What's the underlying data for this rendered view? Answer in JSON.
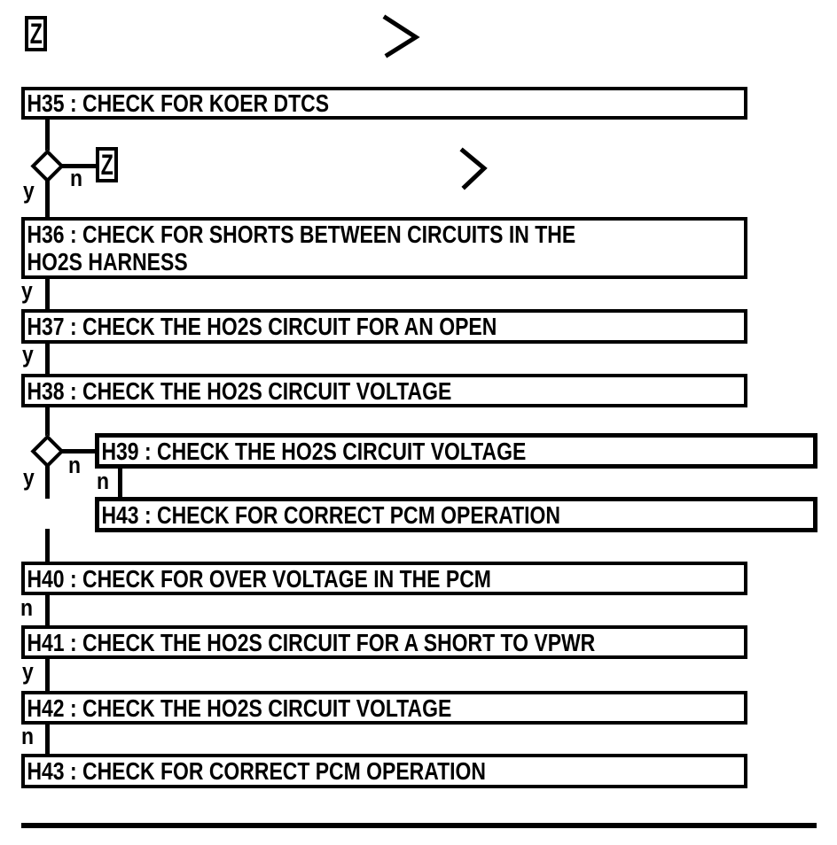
{
  "page": {
    "background": "#ffffff",
    "ink": "#000000"
  },
  "flowchart": {
    "link_placeholder_glyph": "Z",
    "branch_labels": {
      "yes": "y",
      "no": "n"
    },
    "steps": [
      {
        "id": "H35",
        "text": "H35 : CHECK FOR KOER DTCS"
      },
      {
        "id": "H36",
        "text": "H36 : CHECK FOR SHORTS BETWEEN CIRCUITS IN THE\nHO2S HARNESS"
      },
      {
        "id": "H37",
        "text": "H37 : CHECK THE HO2S CIRCUIT FOR AN OPEN"
      },
      {
        "id": "H38",
        "text": "H38 : CHECK THE HO2S CIRCUIT VOLTAGE"
      },
      {
        "id": "H39",
        "text": "H39 : CHECK THE HO2S CIRCUIT VOLTAGE"
      },
      {
        "id": "H43-upper",
        "text": "H43 : CHECK FOR CORRECT PCM OPERATION"
      },
      {
        "id": "H40",
        "text": "H40 : CHECK FOR OVER VOLTAGE IN THE PCM"
      },
      {
        "id": "H41",
        "text": "H41 : CHECK THE HO2S CIRCUIT FOR A SHORT TO VPWR"
      },
      {
        "id": "H42",
        "text": "H42 : CHECK THE HO2S CIRCUIT VOLTAGE"
      },
      {
        "id": "H43-lower",
        "text": "H43 : CHECK FOR CORRECT PCM OPERATION"
      }
    ]
  }
}
